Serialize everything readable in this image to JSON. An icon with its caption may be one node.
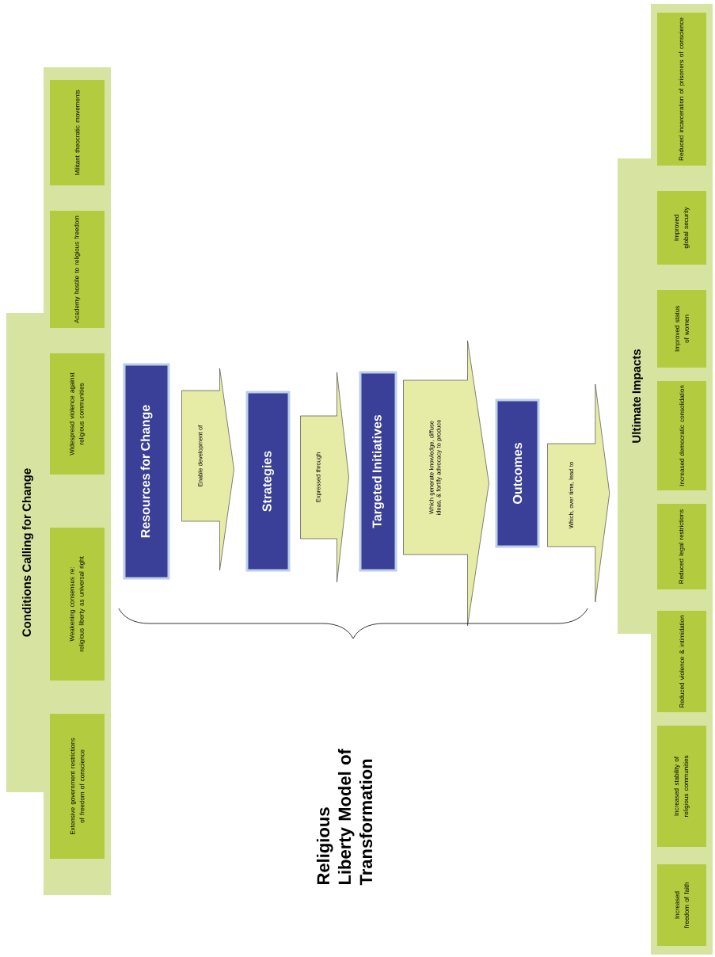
{
  "diagram": {
    "nodes": [
      {
        "text": [
          "Conditions Calling for Change"
        ]
      },
      {
        "text": [
          "Extensive government restrictions of freedom of conscience"
        ],
        "in": 0
      },
      {
        "text": [
          "Weakening consensus re: religious liberty as universal right"
        ],
        "in": 0
      },
      {
        "text": [
          "Widespread violence against religious communities"
        ],
        "in": 0
      },
      {
        "text": [
          "Academy hostile to religious freedom"
        ],
        "in": 0
      },
      {
        "text": [
          "Militant theocratic movements"
        ],
        "in": 0
      },
      {
        "text": [
          "Resources for Change"
        ]
      },
      {
        "text": [
          "Strategies"
        ]
      },
      {
        "text": [
          "Targeted Initiatives"
        ]
      },
      {
        "text": [
          "Outcomes"
        ]
      },
      {
        "text": [
          "Ultimate Impacts"
        ]
      },
      {
        "text": [
          "Increased freedom of faith"
        ],
        "in": 10
      },
      {
        "text": [
          "Increased stability of religious communities"
        ],
        "in": 10
      },
      {
        "text": [
          "Reduced violence & intimidation"
        ],
        "in": 10
      },
      {
        "text": [
          "Reduced legal restrictions"
        ],
        "in": 10
      },
      {
        "text": [
          "Increased democratic consolidation"
        ],
        "in": 10
      },
      {
        "text": [
          "Improved status of women"
        ],
        "in": 10
      },
      {
        "text": [
          "Improved global security"
        ],
        "in": 10
      },
      {
        "text": [
          "Reduced incarceration of prisoners of conscience"
        ],
        "in": 10
      }
    ],
    "edges": [
      {
        "from": 6,
        "to": 7,
        "arrow": "to",
        "label": "Enable development of"
      },
      {
        "from": 7,
        "to": 8,
        "arrow": "to",
        "label": "Expressed through"
      },
      {
        "from": 8,
        "to": 9,
        "arrow": "to",
        "label": "Which generate knowledge, diffuse ideas, & fortify advocacy to produce"
      },
      {
        "from": 9,
        "to": 10,
        "arrow": "to",
        "label": "Which, over time, lead to"
      }
    ],
    "labels": [
      "Religious Liberty Model of Transformation"
    ]
  }
}
